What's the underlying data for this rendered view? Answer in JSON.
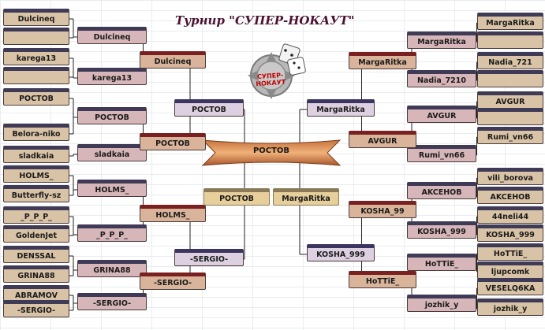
{
  "title": "Турнир \"СУПЕР-НОКАУТ\"",
  "logo_text": "СУПЕР-НОКАУТ",
  "left": {
    "r1": [
      "Dulcineq",
      "",
      "karega13",
      "",
      "РОСТОВ",
      "Belora-niko",
      "sladkaia",
      "HOLMS_",
      "Butterfly-sz",
      "_P_P_P_",
      "GoldenJet",
      "DENSSAL",
      "GRINA88",
      "ABRAMOV",
      "-SERGIO-"
    ],
    "r2": [
      "Dulcineq",
      "karega13",
      "РОСТОВ",
      "sladkaia",
      "HOLMS_",
      "_P_P_P_",
      "GRINA88",
      "-SERGIO-"
    ],
    "r3": [
      "Dulcineq",
      "РОСТОВ",
      "HOLMS_",
      "-SERGIO-"
    ],
    "r4": [
      "РОСТОВ",
      "-SERGIO-"
    ],
    "semi": "РОСТОВ"
  },
  "right": {
    "r1": [
      "MargaRitka",
      "",
      "Nadia_721",
      "",
      "AVGUR",
      "",
      "Rumi_vn66",
      "vili_borova",
      "AKCEHOB",
      "44neli44",
      "KOSHA_999",
      "HoTTiE_",
      "ljupcomk",
      "VESELQ6KA",
      "jozhik_y"
    ],
    "r2": [
      "MargaRitka",
      "Nadia_7210",
      "AVGUR",
      "Rumi_vn66",
      "AKCEHOB",
      "KOSHA_999",
      "HoTTiE_",
      "jozhik_y"
    ],
    "r3": [
      "MargaRitka",
      "AVGUR",
      "KOSHA_99",
      "HoTTiE_"
    ],
    "r4": [
      "MargaRitka",
      "KOSHA_999"
    ],
    "semi": "MargaRitka"
  },
  "final": "РОСТОВ"
}
